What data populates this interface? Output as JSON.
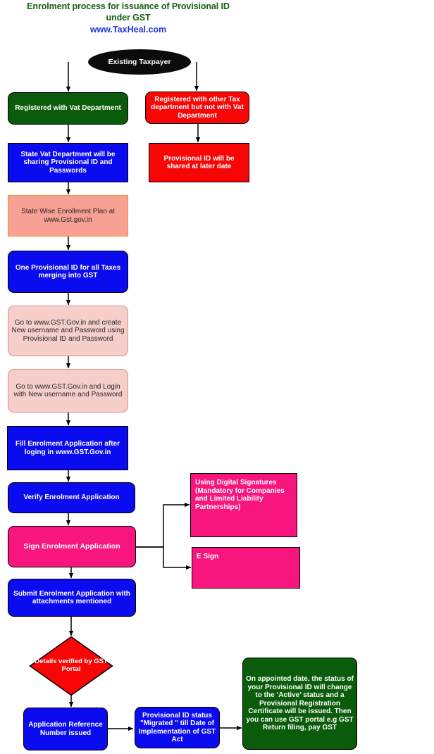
{
  "title": {
    "line1": "Enrolment process for issuance of Provisional ID",
    "line2": "under GST",
    "site": "www.TaxHeal.com",
    "color_heading": "#156015",
    "color_site": "#2034e0"
  },
  "flowchart": {
    "type": "flowchart",
    "nodes": [
      {
        "id": "existing-taxpayer",
        "label": "Existing Taxpayer",
        "shape": "ellipse",
        "fill": "#0b0b0b",
        "text_color": "#ffffff"
      },
      {
        "id": "registered-vat",
        "label": "Registered with Vat Department",
        "shape": "rounded-rectangle",
        "fill": "#0a5c0a",
        "text_color": "#ffffff"
      },
      {
        "id": "registered-other-tax",
        "label": "Registered with other Tax department but not with Vat Department",
        "shape": "rounded-rectangle",
        "fill": "#f80606",
        "text_color": "#ffffff"
      },
      {
        "id": "state-vat-sharing",
        "label": "State Vat Department will be sharing Provisional ID and Passwords",
        "shape": "rectangle",
        "fill": "#0b0bef",
        "text_color": "#ffffff"
      },
      {
        "id": "provisional-id-later",
        "label": "Provisional ID  will be shared at later date",
        "shape": "rectangle",
        "fill": "#f80606",
        "text_color": "#ffffff"
      },
      {
        "id": "state-wise-plan",
        "label": "State Wise Enrollment Plan at www.Gst.gov.in",
        "shape": "rectangle",
        "fill": "#f7a093",
        "text_color": "#262626"
      },
      {
        "id": "one-provisional-id",
        "label": "One Provisional ID for all Taxes merging into GST",
        "shape": "rounded-rectangle",
        "fill": "#0b0bef",
        "text_color": "#ffffff"
      },
      {
        "id": "create-username",
        "label": "Go to www.GST.Gov.in and create New username and Password using Provisional ID and Password",
        "shape": "rounded-rectangle",
        "fill": "#f6cfcb",
        "text_color": "#262626"
      },
      {
        "id": "login-new-username",
        "label": "Go to www.GST.Gov.in and Login with New username and Password",
        "shape": "rounded-rectangle",
        "fill": "#f6cfcb",
        "text_color": "#262626"
      },
      {
        "id": "fill-enrolment",
        "label": "Fill Enrolment Application after loging in www.GST.Gov.in",
        "shape": "rectangle",
        "fill": "#0b0bef",
        "text_color": "#ffffff"
      },
      {
        "id": "verify-enrolment",
        "label": "Verify  Enrolment Application",
        "shape": "rounded-rectangle",
        "fill": "#0b0bef",
        "text_color": "#ffffff"
      },
      {
        "id": "sign-enrolment",
        "label": "Sign Enrolment Application",
        "shape": "rounded-rectangle",
        "fill": "#f9157e",
        "text_color": "#ffffff"
      },
      {
        "id": "digital-signatures",
        "label": "Using Digital Signatures (Mandatory for Companies and Limited Liability Partnerships)",
        "shape": "rectangle",
        "fill": "#f9157e",
        "text_color": "#ffffff"
      },
      {
        "id": "e-sign",
        "label": "E Sign",
        "shape": "rectangle",
        "fill": "#f9157e",
        "text_color": "#ffffff"
      },
      {
        "id": "submit-enrolment",
        "label": "Submit Enrolment Application with attachments mentioned",
        "shape": "rounded-rectangle",
        "fill": "#0b0bef",
        "text_color": "#ffffff"
      },
      {
        "id": "details-verified",
        "label": "Details verified by GST Portal",
        "shape": "diamond",
        "fill": "#f80606",
        "text_color": "#ffffff"
      },
      {
        "id": "arn-issued",
        "label": "Application Reference Number issued",
        "shape": "rounded-rectangle",
        "fill": "#0b0bef",
        "text_color": "#ffffff"
      },
      {
        "id": "migrated-status",
        "label": "Provisional ID status \"Migrated \" till  Date of Implementation of GST Act",
        "shape": "rounded-rectangle",
        "fill": "#0b0bef",
        "text_color": "#ffffff"
      },
      {
        "id": "appointed-date",
        "label": "On appointed date, the status of your Provisional ID will change to the ‘Active’ status and a Provisional Registration Certificate will be issued. Then you can use GST portal e.g  GST Return filing, pay GST",
        "shape": "rounded-rectangle",
        "fill": "#0a5c0a",
        "text_color": "#ffffff"
      }
    ],
    "edges": [
      {
        "from": "existing-taxpayer",
        "to": "registered-vat"
      },
      {
        "from": "existing-taxpayer",
        "to": "registered-other-tax"
      },
      {
        "from": "registered-vat",
        "to": "state-vat-sharing"
      },
      {
        "from": "registered-other-tax",
        "to": "provisional-id-later"
      },
      {
        "from": "state-vat-sharing",
        "to": "state-wise-plan"
      },
      {
        "from": "state-wise-plan",
        "to": "one-provisional-id"
      },
      {
        "from": "one-provisional-id",
        "to": "create-username"
      },
      {
        "from": "create-username",
        "to": "login-new-username"
      },
      {
        "from": "login-new-username",
        "to": "fill-enrolment"
      },
      {
        "from": "fill-enrolment",
        "to": "verify-enrolment"
      },
      {
        "from": "verify-enrolment",
        "to": "sign-enrolment"
      },
      {
        "from": "sign-enrolment",
        "to": "digital-signatures"
      },
      {
        "from": "sign-enrolment",
        "to": "e-sign"
      },
      {
        "from": "sign-enrolment",
        "to": "submit-enrolment"
      },
      {
        "from": "submit-enrolment",
        "to": "details-verified"
      },
      {
        "from": "details-verified",
        "to": "arn-issued"
      },
      {
        "from": "arn-issued",
        "to": "migrated-status"
      },
      {
        "from": "migrated-status",
        "to": "appointed-date"
      }
    ]
  }
}
